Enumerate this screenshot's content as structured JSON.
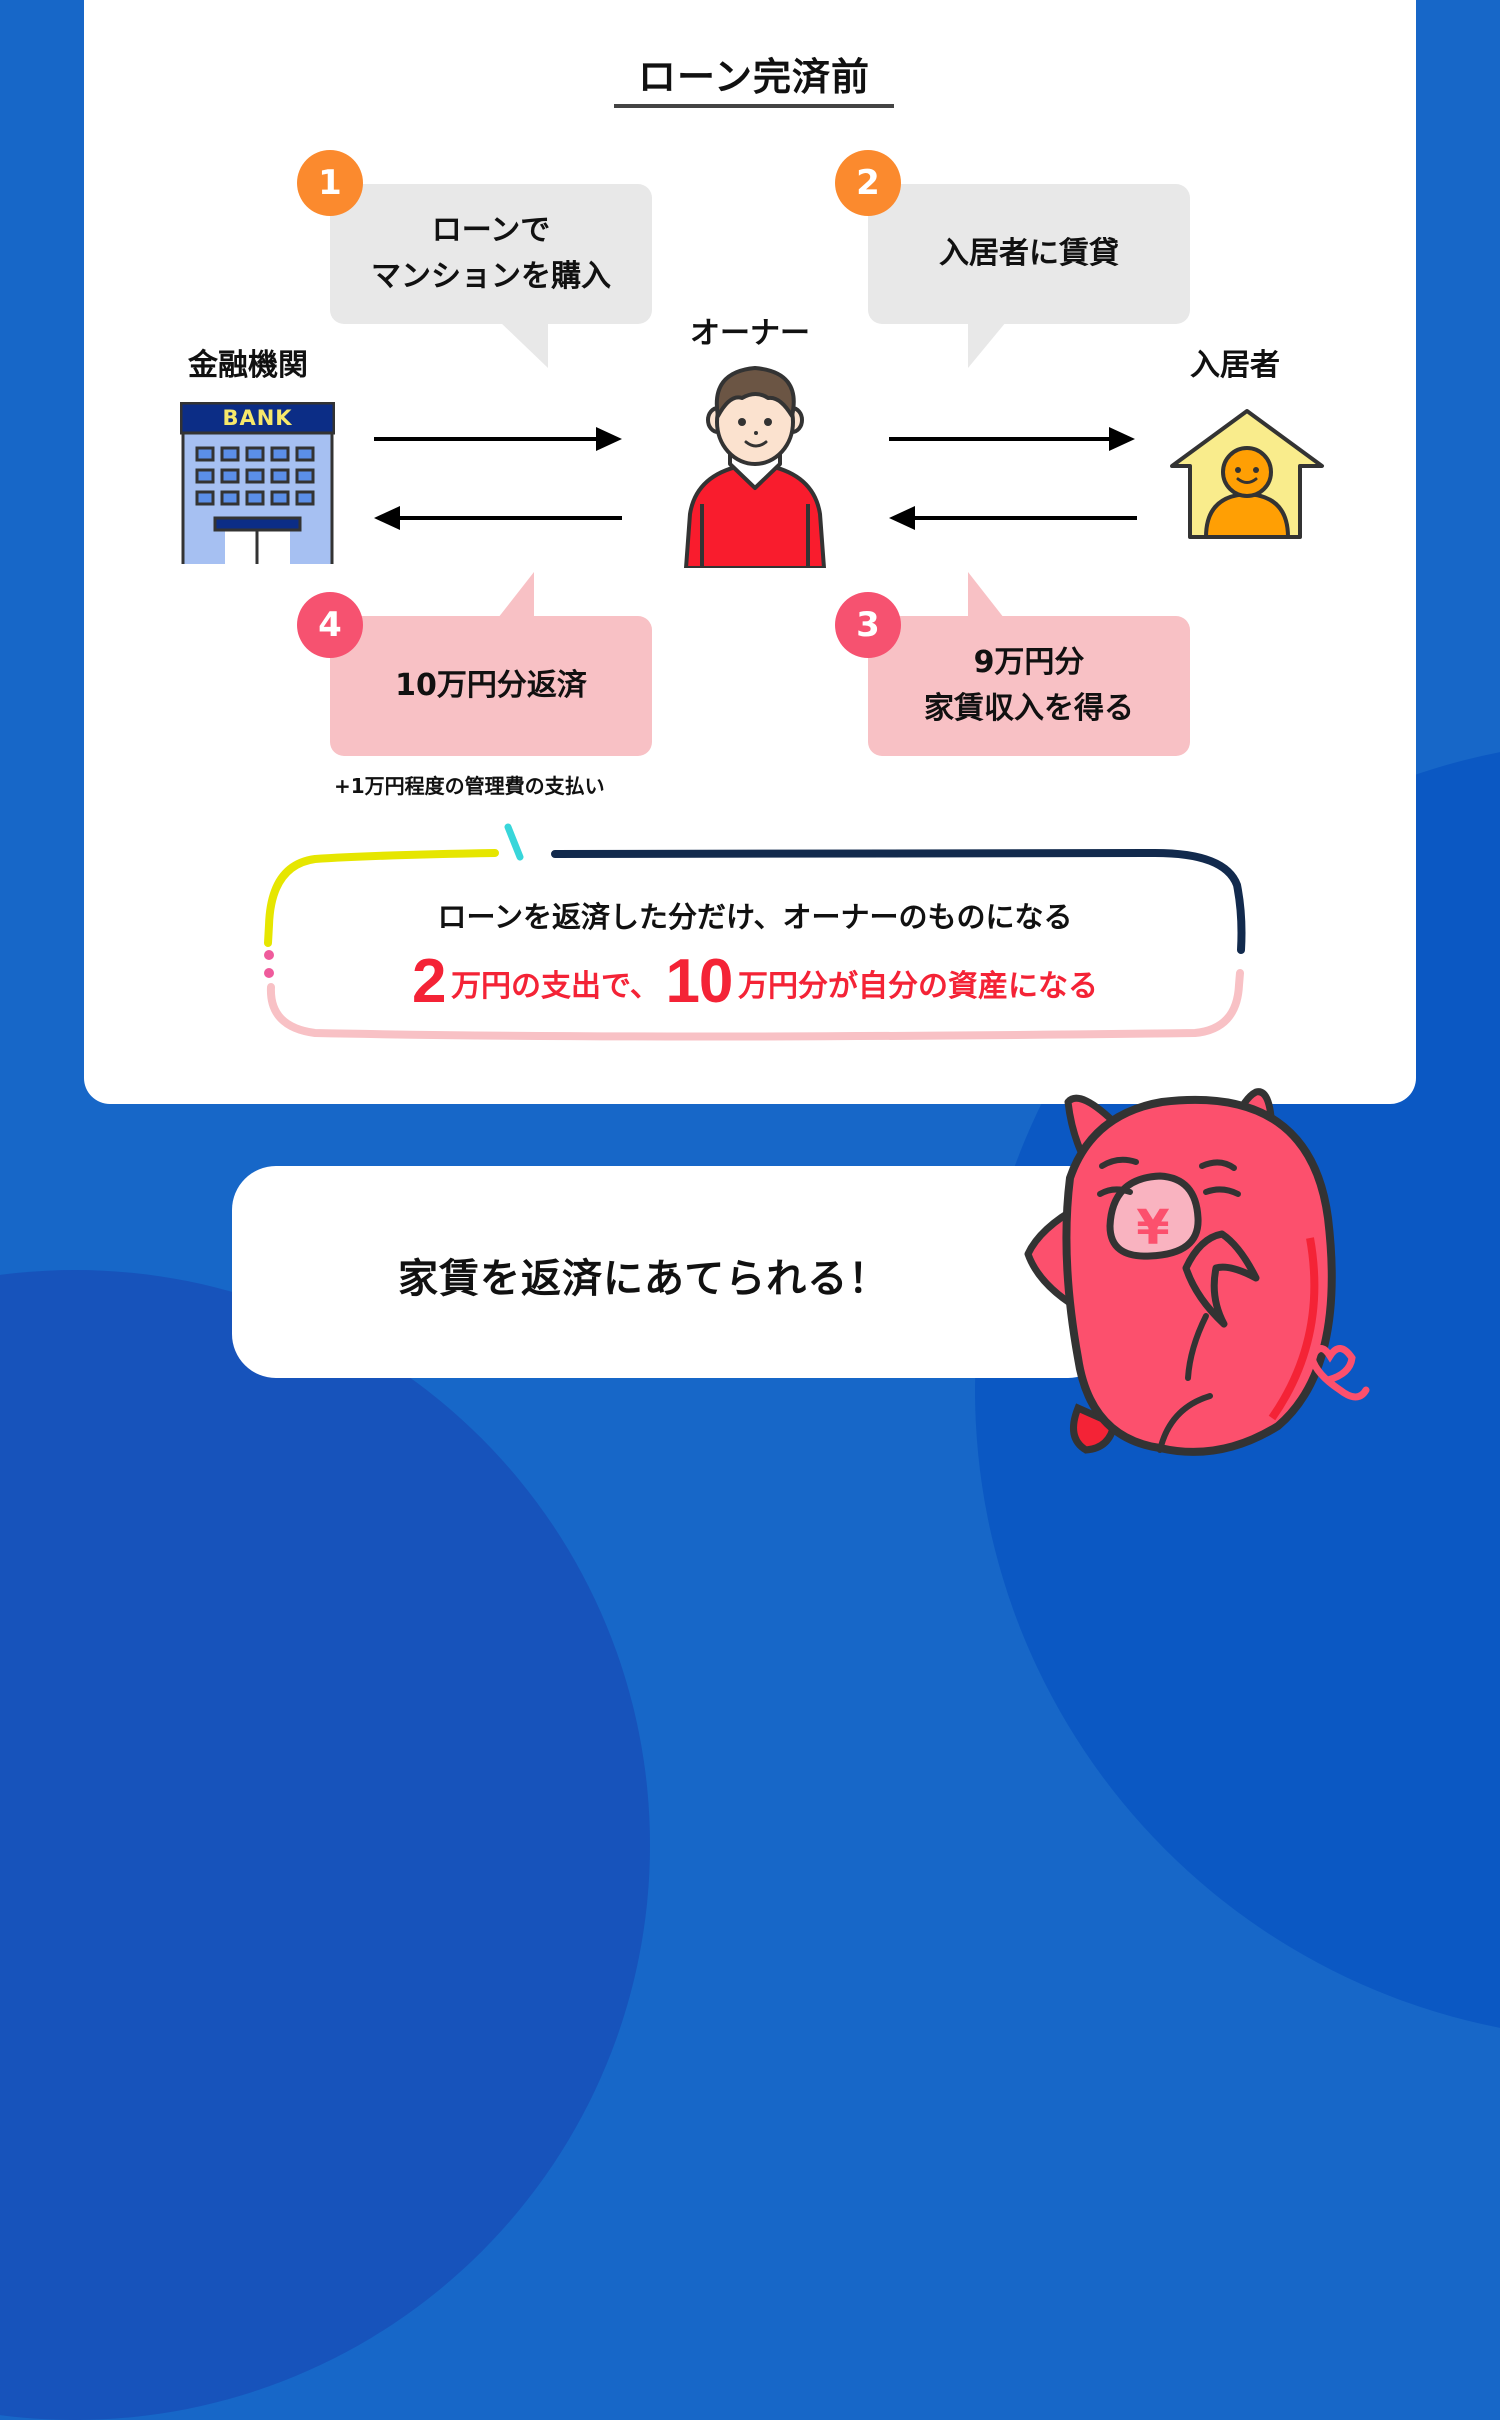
{
  "title": "ローン完済前",
  "actors": {
    "bank": {
      "label": "金融機関",
      "sign": "BANK"
    },
    "owner": {
      "label": "オーナー"
    },
    "tenant": {
      "label": "入居者"
    }
  },
  "steps": [
    {
      "number": "1",
      "line1": "ローンで",
      "line2": "マンションを購入",
      "color": "#fb8a2e"
    },
    {
      "number": "2",
      "line1": "入居者に賃貸",
      "color": "#fb8a2e"
    },
    {
      "number": "3",
      "line1": "9万円分",
      "line2": "家賃収入を得る",
      "color": "#f65270"
    },
    {
      "number": "4",
      "line1": "10万円分返済",
      "color": "#f65270",
      "note": "+1万円程度の管理費の支払い"
    }
  ],
  "summary": {
    "line1": "ローンを返済した分だけ、オーナーのものになる",
    "line2": {
      "num1": "2",
      "text1": "万円の支出で、",
      "num2": "10",
      "text2": "万円分が自分の資産になる"
    }
  },
  "callout": {
    "text": "家賃を返済にあてられる！"
  },
  "colors": {
    "background": "#1767c8",
    "accent_red": "#f42336",
    "bubble_gray": "#e8e8e8",
    "bubble_pink": "#f8c1c5",
    "badge_orange": "#fb8a2e",
    "badge_red": "#f65270"
  }
}
